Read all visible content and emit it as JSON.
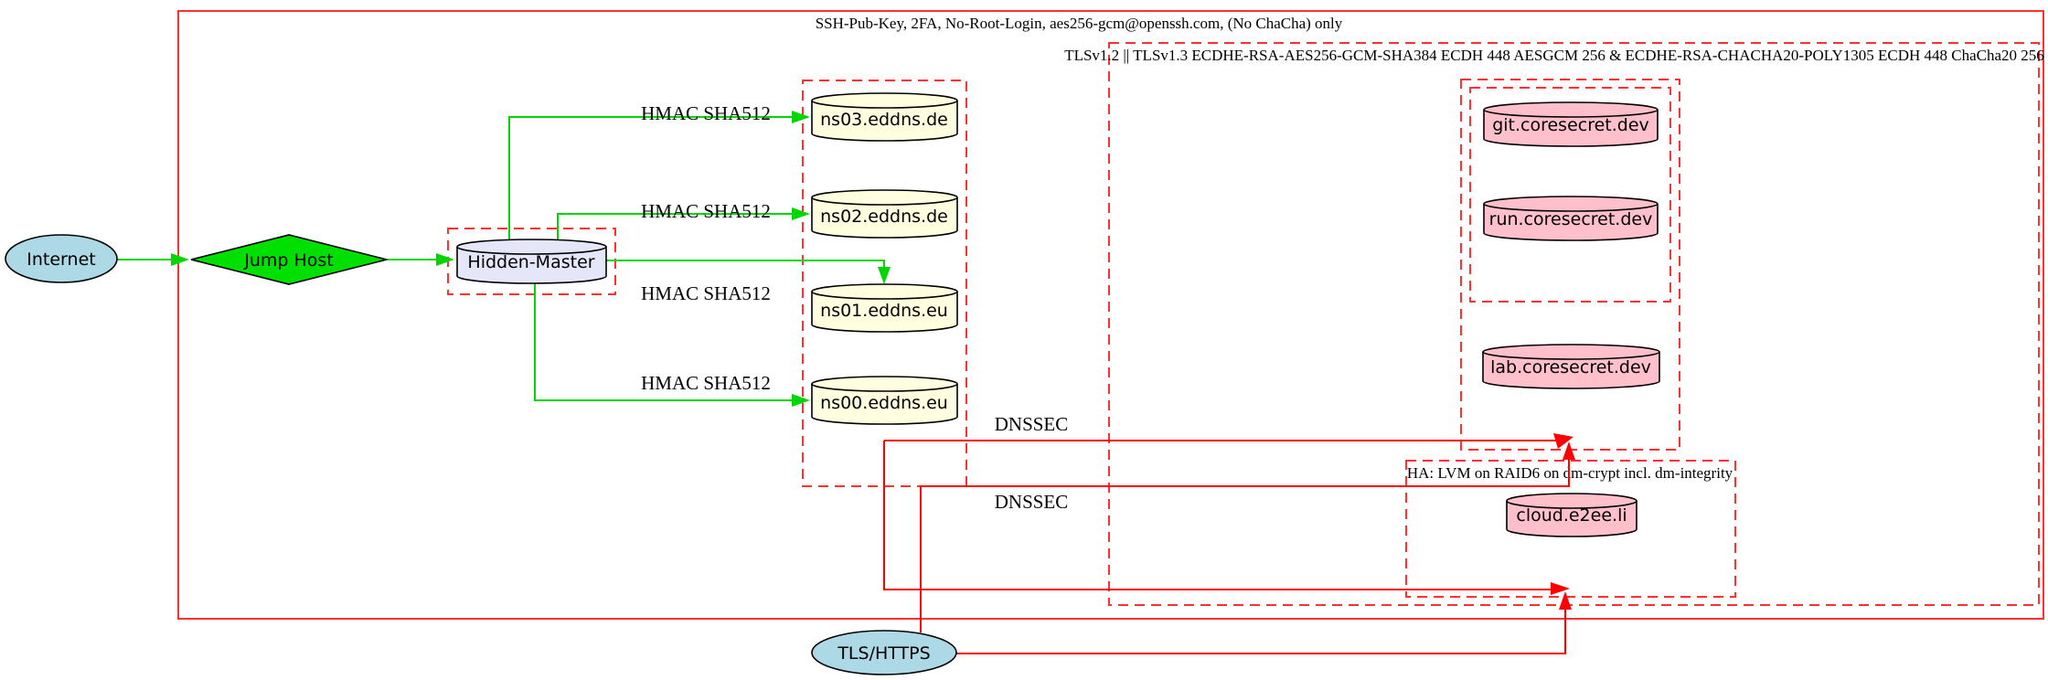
{
  "diagram": {
    "colors": {
      "edge_green": "#00d600",
      "edge_red": "#ff0000",
      "border_red": "#ff3030",
      "fill_lightblue": "#add8e6",
      "fill_green": "#00e000",
      "fill_lavender": "#e6e6fa",
      "fill_lightyellow": "#ffffe0",
      "fill_pink": "#ffc0cb"
    },
    "clusters": {
      "ssh_boundary": {
        "label": "SSH-Pub-Key, 2FA, No-Root-Login, aes256-gcm@openssh.com, (No ChaCha) only"
      },
      "tls_boundary": {
        "label": "TLSv1.2 || TLSv1.3 ECDHE-RSA-AES256-GCM-SHA384 ECDH 448 AESGCM 256 & ECDHE-RSA-CHACHA20-POLY1305 ECDH 448 ChaCha20 256"
      },
      "ha_cluster": {
        "label": "HA: LVM on RAID6 on dm-crypt incl. dm-integrity"
      }
    },
    "nodes": {
      "internet": {
        "label": "Internet",
        "shape": "ellipse",
        "fill": "#add8e6"
      },
      "jump_host": {
        "label": "Jump Host",
        "shape": "diamond",
        "fill": "#00e000"
      },
      "hidden_master": {
        "label": "Hidden-Master",
        "shape": "cylinder",
        "fill": "#e6e6fa"
      },
      "ns03": {
        "label": "ns03.eddns.de",
        "shape": "cylinder",
        "fill": "#ffffe0"
      },
      "ns02": {
        "label": "ns02.eddns.de",
        "shape": "cylinder",
        "fill": "#ffffe0"
      },
      "ns01": {
        "label": "ns01.eddns.eu",
        "shape": "cylinder",
        "fill": "#ffffe0"
      },
      "ns00": {
        "label": "ns00.eddns.eu",
        "shape": "cylinder",
        "fill": "#ffffe0"
      },
      "git": {
        "label": "git.coresecret.dev",
        "shape": "cylinder",
        "fill": "#ffc0cb"
      },
      "run": {
        "label": "run.coresecret.dev",
        "shape": "cylinder",
        "fill": "#ffc0cb"
      },
      "lab": {
        "label": "lab.coresecret.dev",
        "shape": "cylinder",
        "fill": "#ffc0cb"
      },
      "cloud": {
        "label": "cloud.e2ee.li",
        "shape": "cylinder",
        "fill": "#ffc0cb"
      },
      "tls_https": {
        "label": "TLS/HTTPS",
        "shape": "ellipse",
        "fill": "#add8e6"
      }
    },
    "edge_labels": {
      "hmac_ns03": "HMAC SHA512",
      "hmac_ns02": "HMAC SHA512",
      "hmac_ns01": "HMAC SHA512",
      "hmac_ns00": "HMAC SHA512",
      "dnssec_upper": "DNSSEC",
      "dnssec_lower": "DNSSEC"
    }
  }
}
